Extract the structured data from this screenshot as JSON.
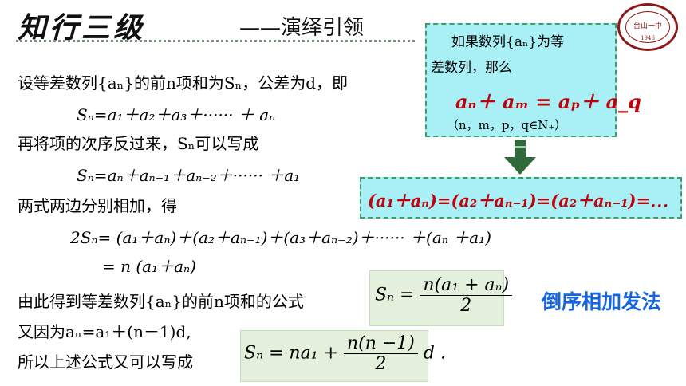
{
  "title": {
    "main": "知行三级",
    "sub": "——演绎引领"
  },
  "seal": {
    "text": "台山一中",
    "year": "1946"
  },
  "tip": {
    "line1": "如果数列{aₙ}为等",
    "line2": "差数列，那么",
    "formula": "aₙ＋ aₘ = aₚ＋ a_q",
    "cond": "（n，m，p，q∈N₊）"
  },
  "pair_equation": "(a₁＋aₙ)=(a₂＋aₙ₋₁)=(a₂＋aₙ₋₁)=⋯",
  "lines": {
    "l1": "设等差数列{aₙ}的前n项和为Sₙ，公差为d，即",
    "l2": "Sₙ=a₁＋a₂＋a₃＋······ ＋ aₙ",
    "l3": "再将项的次序反过来，Sₙ可以写成",
    "l4": "Sₙ=aₙ＋aₙ₋₁＋aₙ₋₂＋······ ＋a₁",
    "l5": "两式两边分别相加，得",
    "l6": "2Sₙ= (a₁＋aₙ)＋(a₂＋aₙ₋₁)＋(a₃＋aₙ₋₂)＋······ ＋(aₙ ＋a₁)",
    "l7": "= n (a₁＋aₙ)",
    "l8": "由此得到等差数列{aₙ}的前n项和的公式",
    "l9": "又因为aₙ=a₁＋(n－1)d,",
    "l10": "所以上述公式又可以写成"
  },
  "formulas": {
    "f1_lhs": "Sₙ =",
    "f1_num": "n(a₁ + aₙ)",
    "f1_den": "2",
    "f2_lhs": "Sₙ = na₁ +",
    "f2_num": "n(n −1)",
    "f2_den": "2",
    "f2_tail": "d .",
    "method_label": "倒序相加发法"
  }
}
